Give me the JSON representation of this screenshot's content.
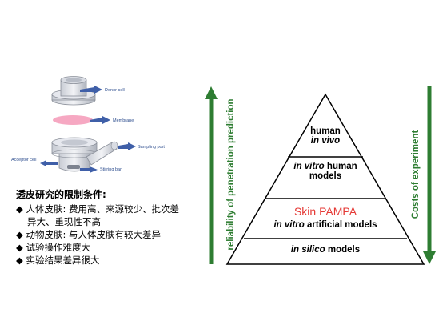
{
  "apparatus": {
    "donor_label": "Donor cell",
    "membrane_label": "Membrane",
    "sampling_label": "Sampling port",
    "acceptor_label": "Acceptor cell",
    "stirring_label": "Stirring bar"
  },
  "limitations": {
    "title": "透皮研究的限制条件:",
    "items": [
      {
        "bullet": "◆",
        "text": "人体皮肤: 费用高、来源较少、批次差",
        "cont": "异大、重现性不高"
      },
      {
        "bullet": "◆",
        "text": "动物皮肤: 与人体皮肤有较大差异",
        "cont": ""
      },
      {
        "bullet": "◆",
        "text": "试验操作难度大",
        "cont": ""
      },
      {
        "bullet": "◆",
        "text": "实验结果差异很大",
        "cont": ""
      }
    ]
  },
  "pyramid": {
    "tier1_line1": "human",
    "tier1_line2": "in vivo",
    "tier2_line1_italic": "in vitro",
    "tier2_line1_rest": " human",
    "tier2_line2": "models",
    "tier3_red": "Skin",
    "tier3_rest": " PAMPA",
    "tier4_italic": "in vitro",
    "tier4_rest": " artificial models",
    "tier5_italic": "in silico",
    "tier5_rest": " models",
    "left_axis_label": "reliability of penetration prediction",
    "right_axis_label": "Costs of experiment",
    "colors": {
      "arrow": "#2e7d32",
      "pyramid_line": "#000000",
      "red": "#e53935"
    }
  }
}
